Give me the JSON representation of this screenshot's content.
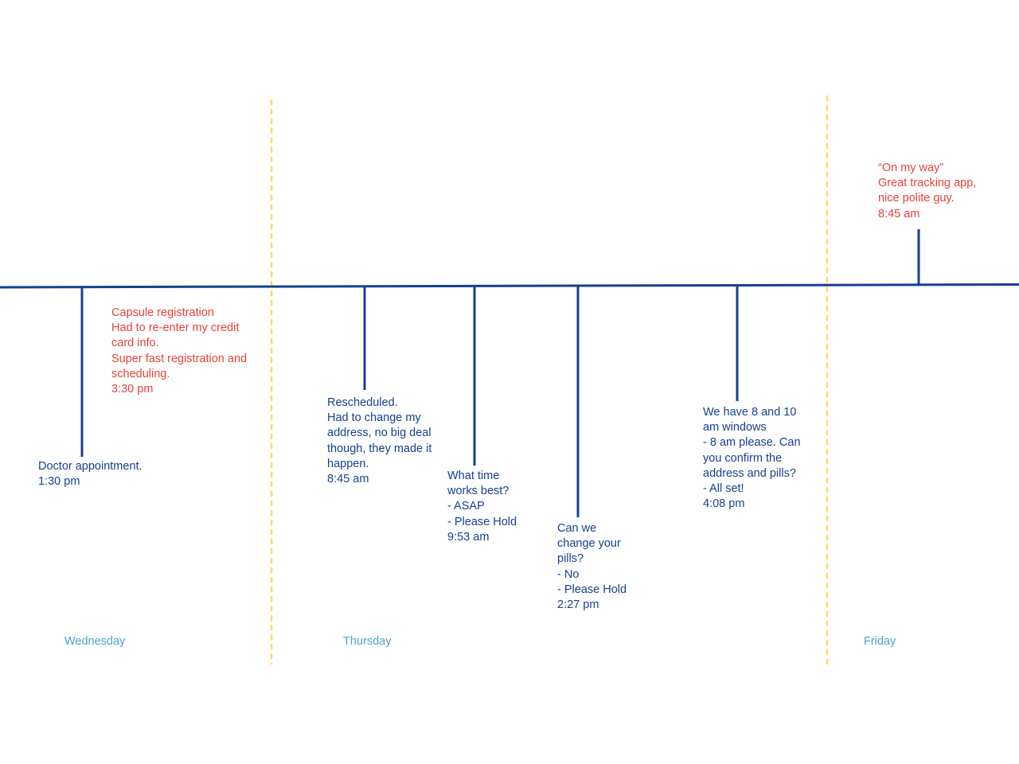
{
  "colors": {
    "timeline": "#15408f",
    "day_divider": "#ffd866",
    "positive_note": "#e8413a",
    "neutral_note": "#15408f",
    "day_label": "#4aa3cf"
  },
  "days": [
    "Wednesday",
    "Thursday",
    "Friday"
  ],
  "events": [
    {
      "id": "doctor-appointment",
      "tone": "neutral",
      "text": "Doctor appointment.\n1:30 pm"
    },
    {
      "id": "capsule-registration",
      "tone": "positive",
      "text": "Capsule registration\nHad to re-enter my credit\ncard info.\nSuper fast registration and\nscheduling.\n3:30 pm"
    },
    {
      "id": "rescheduled",
      "tone": "neutral",
      "text": "Rescheduled.\nHad to change my\naddress, no big deal\nthough, they made it\nhappen.\n8:45 am"
    },
    {
      "id": "what-time",
      "tone": "neutral",
      "text": "What time\nworks best?\n- ASAP\n- Please Hold\n9:53 am"
    },
    {
      "id": "change-pills",
      "tone": "neutral",
      "text": "Can we\nchange your\npills?\n- No\n- Please Hold\n2:27 pm"
    },
    {
      "id": "delivery-windows",
      "tone": "neutral",
      "text": "We have 8 and 10\nam windows\n- 8 am please. Can\nyou confirm the\naddress and pills?\n- All set!\n4:08 pm"
    },
    {
      "id": "on-my-way",
      "tone": "positive",
      "text": "“On my way”\nGreat tracking app,\nnice polite guy.\n8:45 am"
    }
  ]
}
